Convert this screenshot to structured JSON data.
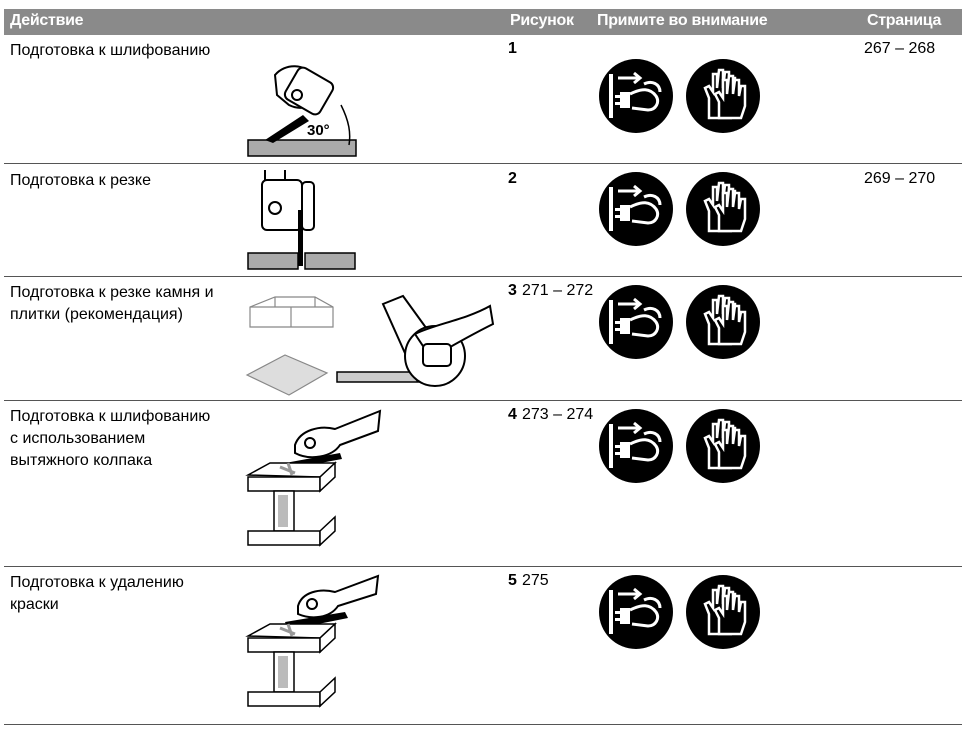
{
  "header": {
    "col_action": "Действие",
    "col_figure": "Рисунок",
    "col_notice": "Примите во внимание",
    "col_page": "Страница"
  },
  "rows": [
    {
      "action": "Подготовка к шлифованию",
      "figure": "1",
      "pages": "267 – 268",
      "angle_label": "30°",
      "icons": [
        "unplug-icon",
        "gloves-icon"
      ]
    },
    {
      "action": "Подготовка к резке",
      "figure": "2",
      "pages": "269 – 270",
      "icons": [
        "unplug-icon",
        "gloves-icon"
      ]
    },
    {
      "action_line1": "Подготовка к резке камня и",
      "action_line2": "плитки (рекомендация)",
      "figure": "3",
      "pages": "271 – 272",
      "icons": [
        "unplug-icon",
        "gloves-icon"
      ]
    },
    {
      "action_line1": "Подготовка к шлифованию",
      "action_line2": "с использованием",
      "action_line3": "вытяжного колпака",
      "figure": "4",
      "pages": "273 – 274",
      "icons": [
        "unplug-icon",
        "gloves-icon"
      ]
    },
    {
      "action_line1": "Подготовка к удалению",
      "action_line2": "краски",
      "figure": "5",
      "pages": "275",
      "icons": [
        "unplug-icon",
        "gloves-icon"
      ]
    }
  ],
  "colors": {
    "header_bg": "#8a8a8a",
    "icon_bg": "#000000",
    "icon_fg": "#ffffff"
  }
}
